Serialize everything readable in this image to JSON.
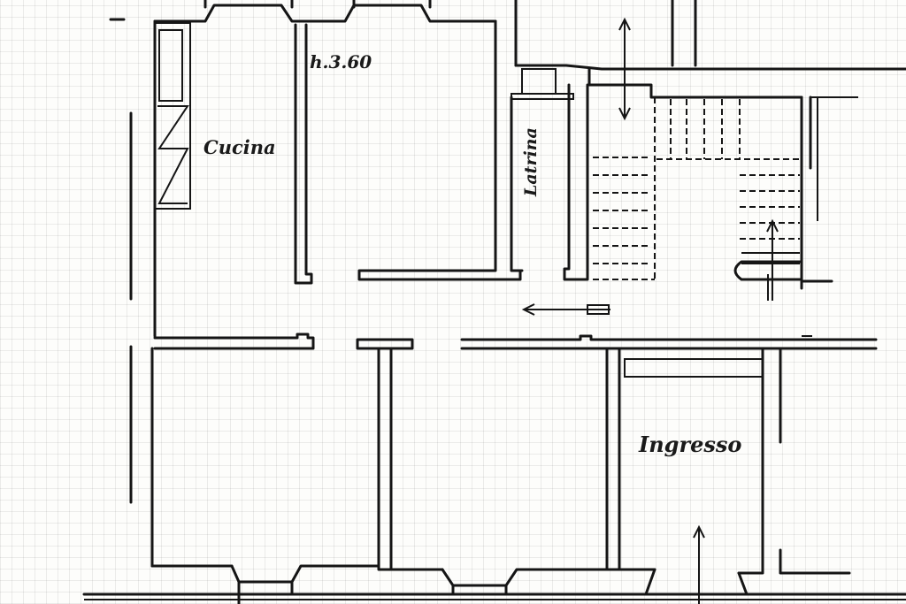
{
  "labels": {
    "ceiling_height": "h.3.60",
    "kitchen": "Cucina",
    "toilet": "Latrina",
    "entrance": "Ingresso"
  }
}
